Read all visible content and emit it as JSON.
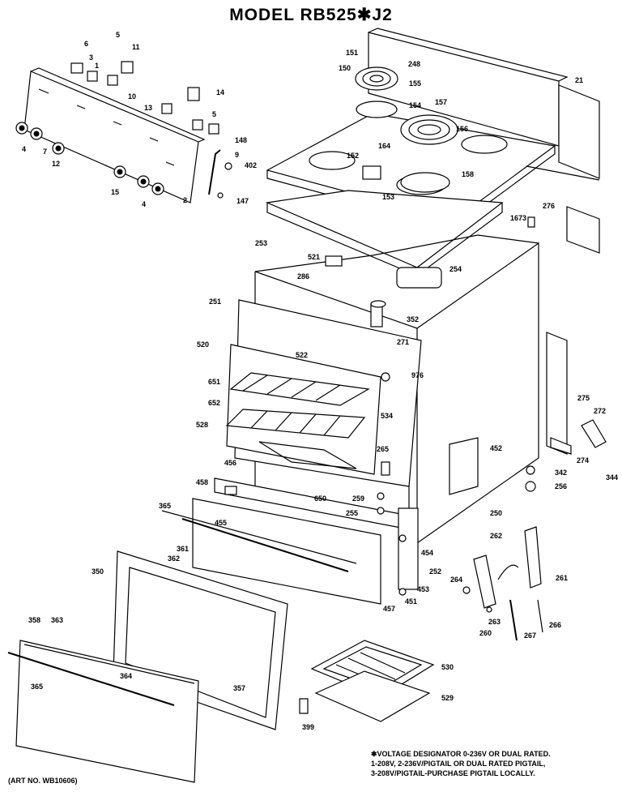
{
  "diagram": {
    "title": "MODEL RB525✱J2",
    "footnote_lines": [
      "✱VOLTAGE DESIGNATOR 0-236V OR DUAL RATED.",
      "1-208V, 2-236V/PIGTAIL OR DUAL RATED PIGTAIL,",
      "3-208V/PIGTAIL-PURCHASE PIGTAIL LOCALLY."
    ],
    "art_number": "(ART NO. WB10606)",
    "part_labels": [
      "5",
      "6",
      "3",
      "1",
      "11",
      "10",
      "14",
      "13",
      "5",
      "148",
      "9",
      "402",
      "147",
      "2",
      "4",
      "7",
      "12",
      "15",
      "4",
      "151",
      "248",
      "150",
      "155",
      "154",
      "157",
      "156",
      "164",
      "158",
      "152",
      "153",
      "21",
      "253",
      "276",
      "1673",
      "521",
      "286",
      "254",
      "251",
      "352",
      "271",
      "520",
      "522",
      "651",
      "976",
      "652",
      "275",
      "272",
      "528",
      "534",
      "452",
      "274",
      "344",
      "456",
      "265",
      "342",
      "458",
      "256",
      "650",
      "259",
      "365",
      "255",
      "250",
      "455",
      "262",
      "454",
      "361",
      "362",
      "261",
      "252",
      "264",
      "350",
      "453",
      "451",
      "263",
      "457",
      "266",
      "260",
      "267",
      "358",
      "363",
      "530",
      "364",
      "365",
      "357",
      "529",
      "399"
    ]
  }
}
